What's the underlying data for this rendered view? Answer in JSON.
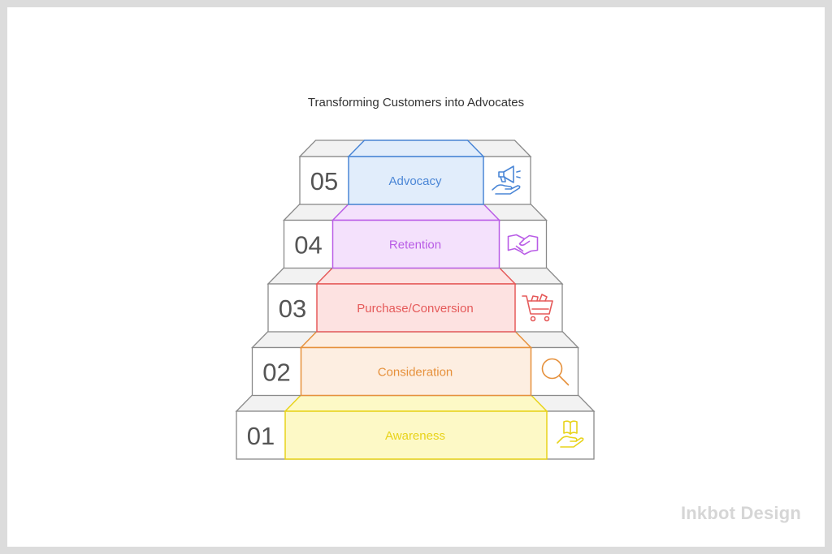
{
  "title": "Transforming Customers into Advocates",
  "watermark": "Inkbot Design",
  "steps": [
    {
      "number": "01",
      "label": "Awareness",
      "color": "#e8d31a",
      "fill": "#fdf9c6",
      "icon": "hand-book-icon"
    },
    {
      "number": "02",
      "label": "Consideration",
      "color": "#e6913c",
      "fill": "#fdeee1",
      "icon": "magnifier-icon"
    },
    {
      "number": "03",
      "label": "Purchase/Conversion",
      "color": "#e55a5a",
      "fill": "#fde2e1",
      "icon": "shopping-cart-icon"
    },
    {
      "number": "04",
      "label": "Retention",
      "color": "#b95de6",
      "fill": "#f4e1fc",
      "icon": "handshake-icon"
    },
    {
      "number": "05",
      "label": "Advocacy",
      "color": "#4a86d6",
      "fill": "#e1edfb",
      "icon": "hand-megaphone-icon"
    }
  ]
}
